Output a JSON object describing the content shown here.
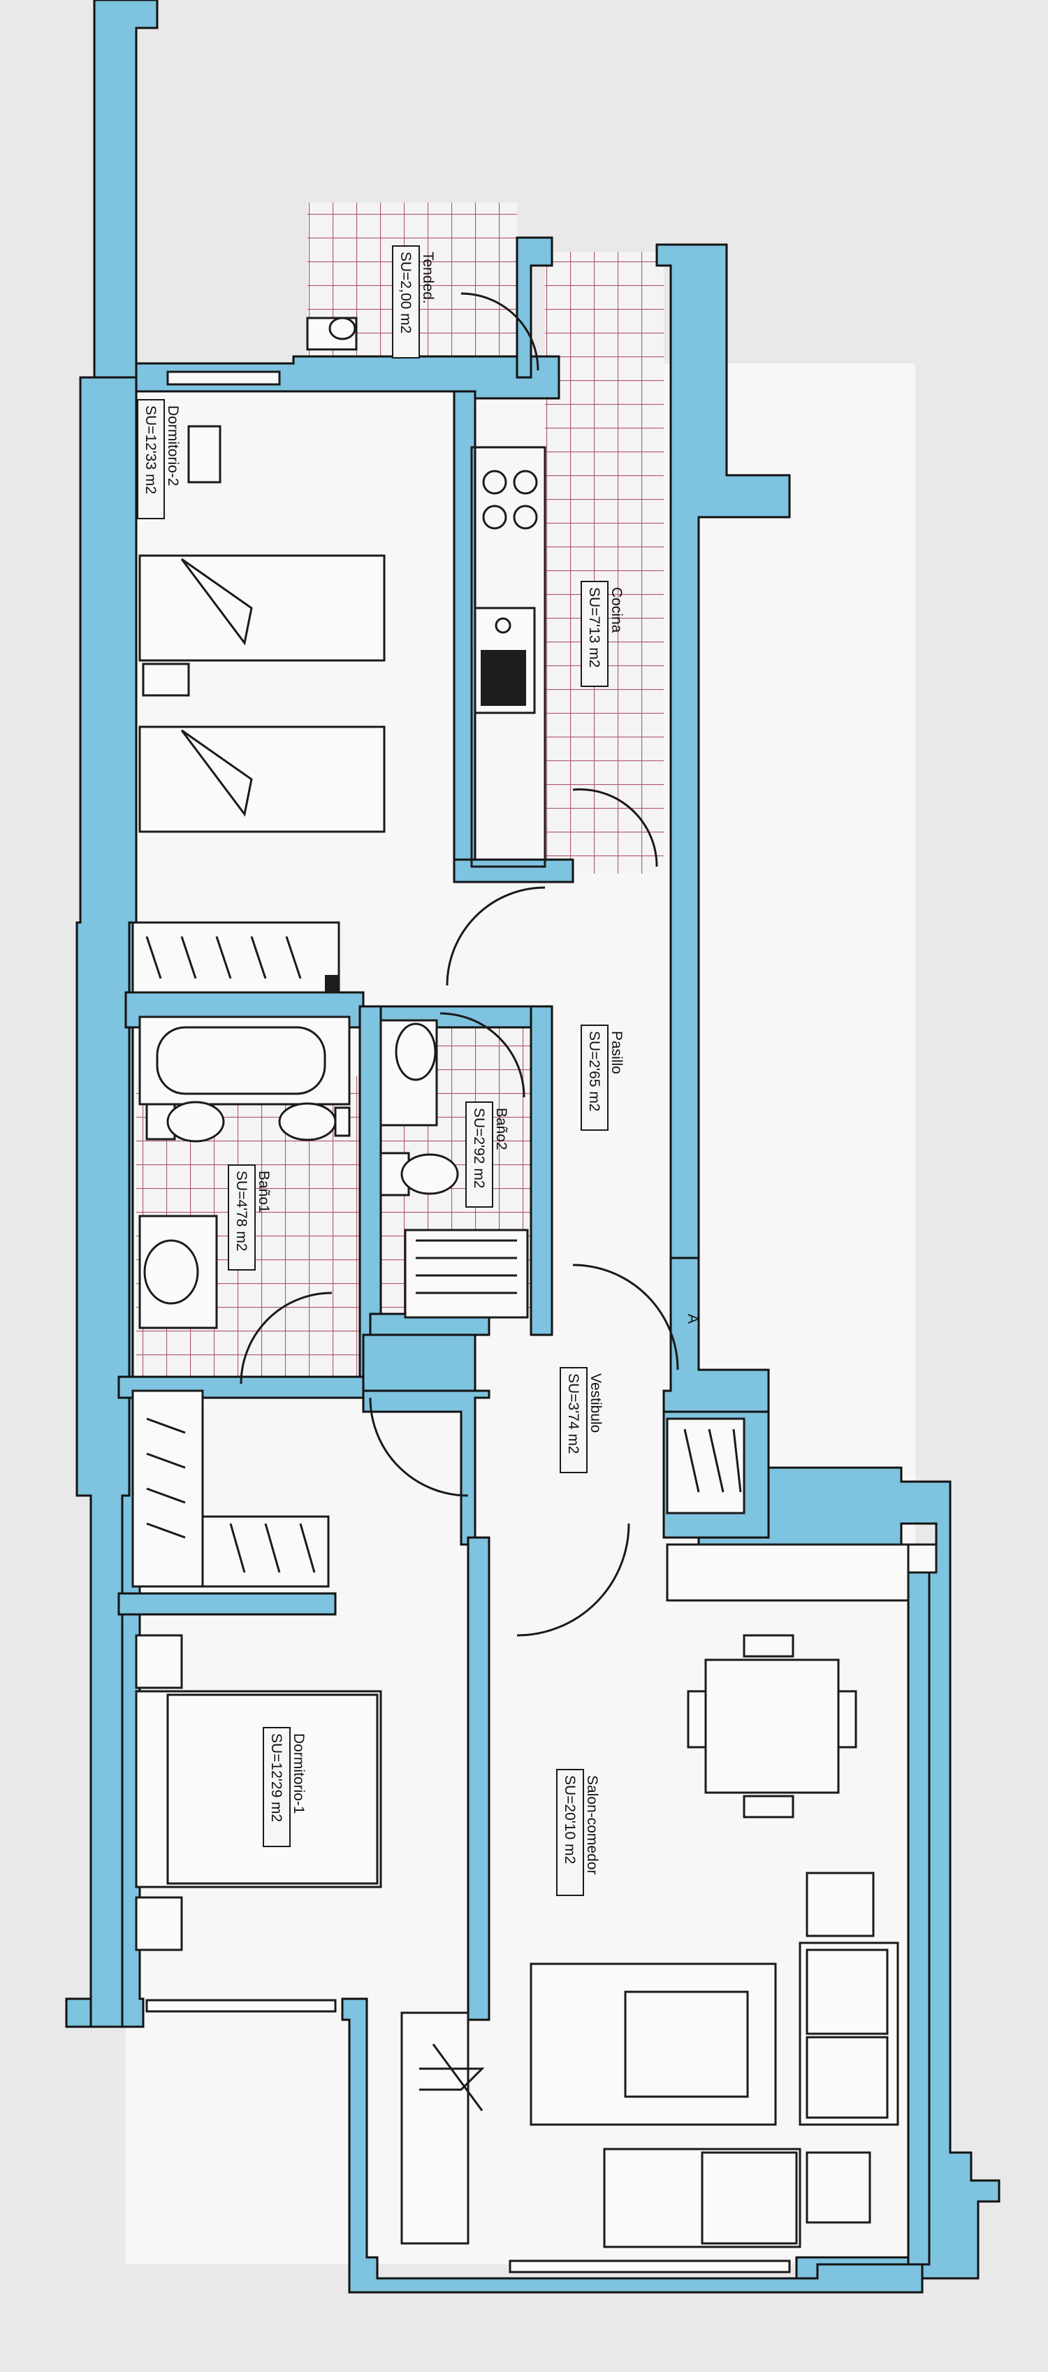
{
  "rooms": {
    "tendedero": {
      "name": "Tended.",
      "area": "SU=2,00 m2"
    },
    "dormitorio2": {
      "name": "Dormitorio-2",
      "area": "SU=12'33 m2"
    },
    "cocina": {
      "name": "Cocina",
      "area": "SU=7'13 m2"
    },
    "pasillo": {
      "name": "Pasillo",
      "area": "SU=2'65 m2"
    },
    "bano2": {
      "name": "Baño2",
      "area": "SU=2'92 m2"
    },
    "bano1": {
      "name": "Baño1",
      "area": "SU=4'78 m2"
    },
    "vestibulo": {
      "name": "Vestibulo",
      "area": "SU=3'74 m2"
    },
    "dormitorio1": {
      "name": "Dormitorio-1",
      "area": "SU=12'29 m2"
    },
    "salon": {
      "name": "Salon-comedor",
      "area": "SU=20'10 m2"
    }
  },
  "entrance_mark": "A",
  "colors": {
    "wall": "#7ec3df",
    "tile": "#a5455a",
    "paper": "#e9e9ea"
  }
}
